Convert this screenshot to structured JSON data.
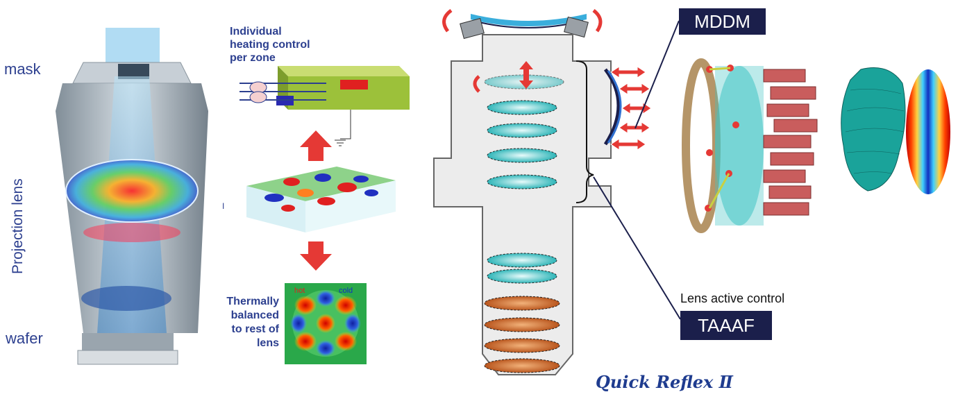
{
  "left_labels": {
    "mask": "mask",
    "projection_lens": "Projection lens",
    "wafer": "wafer"
  },
  "heating": {
    "title_line1": "Individual",
    "title_line2": "heating control",
    "title_line3": "per zone",
    "tick": "I"
  },
  "balanced": {
    "line1": "Thermally",
    "line2": "balanced",
    "line3": "to rest of",
    "line4": "lens",
    "hot": "hot",
    "cold": "cold"
  },
  "mddm": {
    "label": "MDDM"
  },
  "taaaf": {
    "label": "TAAAF",
    "caption": "Lens active control"
  },
  "brand": {
    "label": "Quick Reflex Ⅱ"
  },
  "colors": {
    "label_blue": "#2c3f8f",
    "box_navy": "#1b1f4b",
    "arrow_red": "#e53935",
    "cyan_lens": "#40c4c4",
    "orange_lens": "#c8642a",
    "plate_green": "#a8c83c"
  },
  "icons": {
    "actuator_arrows": "double-arrow-icon",
    "ground": "ground-icon"
  }
}
